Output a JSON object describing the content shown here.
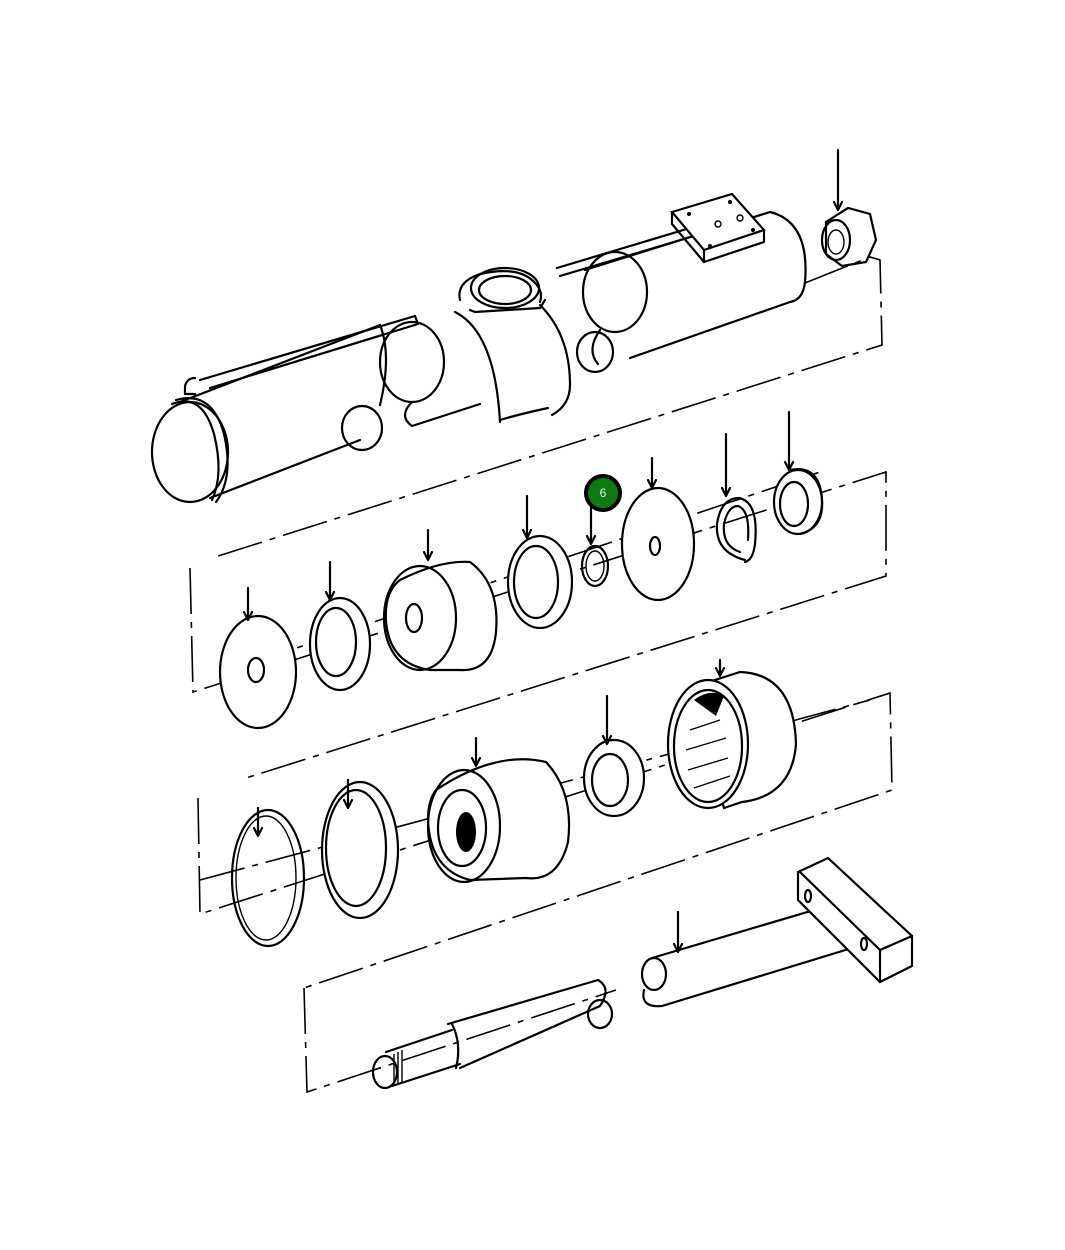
{
  "diagram": {
    "type": "exploded-parts-view",
    "subject": "hydraulic cylinder assembly",
    "callouts": [
      {
        "label": "6",
        "color": "#0e7a12",
        "border": "#000000",
        "target": "small-o-ring-seal"
      }
    ],
    "groups": [
      {
        "name": "cylinder-barrel-group",
        "parts": [
          "cylinder-barrel",
          "lock-nut"
        ]
      },
      {
        "name": "piston-group",
        "parts": [
          "piston-washer",
          "wear-ring",
          "piston",
          "backup-ring",
          "o-ring",
          "retaining-plate",
          "snap-ring",
          "seal-nut"
        ]
      },
      {
        "name": "gland-group",
        "parts": [
          "o-ring-large",
          "backup-ring-large",
          "gland-head",
          "rod-wiper",
          "cylinder-end-cap"
        ]
      },
      {
        "name": "rod-group",
        "parts": [
          "piston-rod",
          "rod-end-clevis"
        ]
      }
    ]
  },
  "colors": {
    "line": "#000000",
    "background": "#ffffff",
    "callout_fill": "#0e7a12"
  }
}
